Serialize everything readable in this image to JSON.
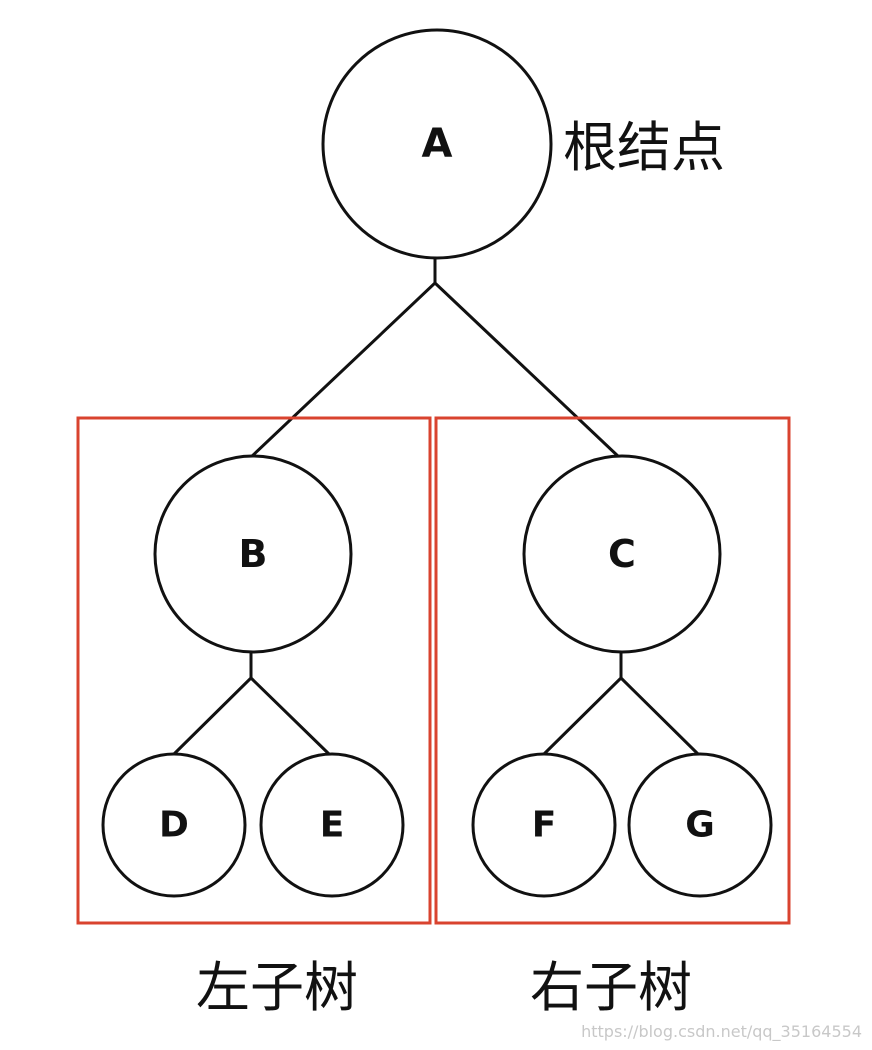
{
  "nodes": {
    "A": "A",
    "B": "B",
    "C": "C",
    "D": "D",
    "E": "E",
    "F": "F",
    "G": "G"
  },
  "annotations": {
    "root": "根结点",
    "left_subtree": "左子树",
    "right_subtree": "右子树"
  },
  "watermark": "https://blog.csdn.net/qq_35164554",
  "colors": {
    "subtree_box": "#d9432f",
    "stroke": "#111111"
  }
}
